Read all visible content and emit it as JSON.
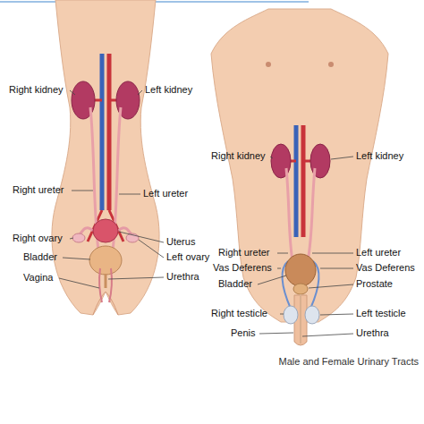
{
  "diagram": {
    "caption": "Male and Female Urinary Tracts",
    "labels": [
      "Right kidney",
      "Left kidney",
      "Right ureter",
      "Left ureter",
      "Right ovary",
      "Uterus",
      "Bladder",
      "Left ovary",
      "Vagina",
      "Urethra",
      "Right kidney",
      "Left kidney",
      "Right ureter",
      "Left ureter",
      "Vas Deferens",
      "Vas Deferens",
      "Bladder",
      "Prostate",
      "Right testicle",
      "Left testicle",
      "Penis",
      "Urethra"
    ]
  }
}
